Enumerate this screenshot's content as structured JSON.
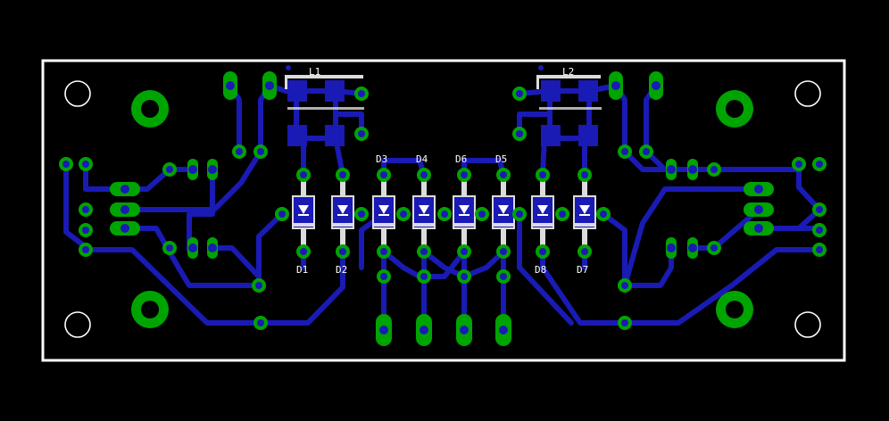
{
  "colors": {
    "background": "#000000",
    "outline": "#ffffff",
    "trace": "#1a1ab4",
    "pad": "#00a400",
    "drill": "#1a1ab4",
    "silk": "#dcdcdc"
  },
  "labels": {
    "l1": "L1",
    "l2": "L2",
    "d1": "D1",
    "d2": "D2",
    "d3": "D3",
    "d4": "D4",
    "d5": "D5",
    "d6": "D6",
    "d7": "D7",
    "d8": "D8"
  }
}
